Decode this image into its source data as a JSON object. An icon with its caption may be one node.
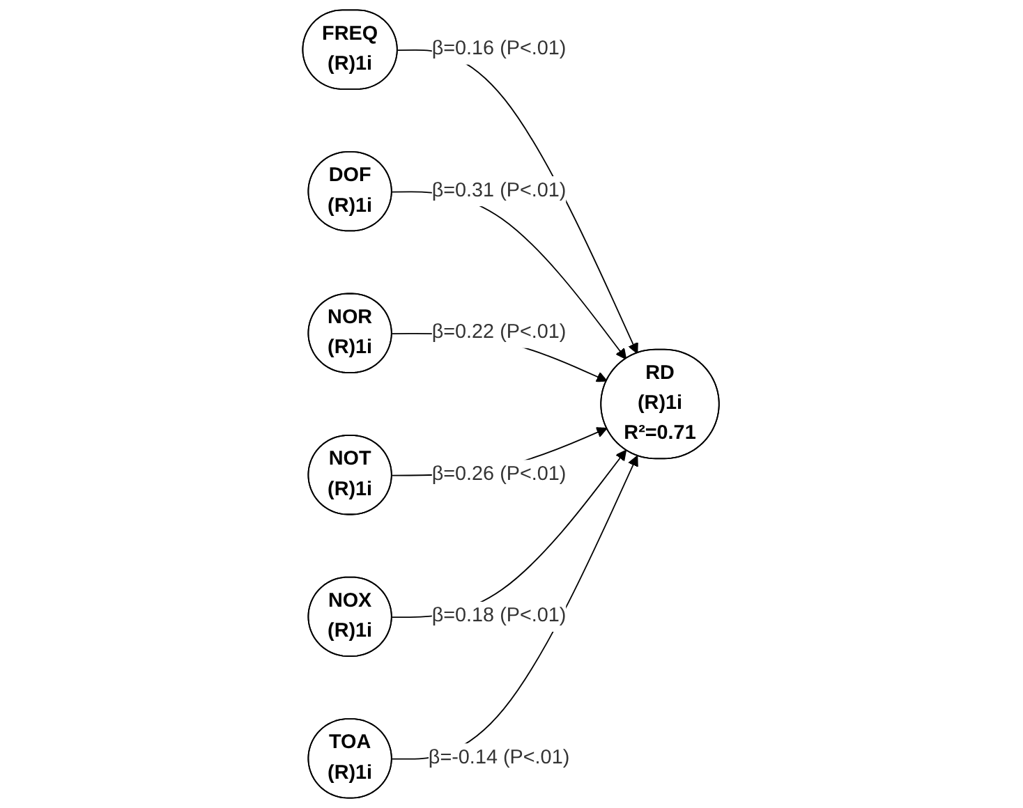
{
  "diagram": {
    "nodes": [
      {
        "text": [
          "FREQ",
          "(R)1i"
        ]
      },
      {
        "text": [
          "DOF",
          "(R)1i"
        ]
      },
      {
        "text": [
          "NOR",
          "(R)1i"
        ]
      },
      {
        "text": [
          "RD",
          "(R)1i",
          "R²=0.71"
        ]
      },
      {
        "text": [
          "NOT",
          "(R)1i"
        ]
      },
      {
        "text": [
          "NOX",
          "(R)1i"
        ]
      },
      {
        "text": [
          "TOA",
          "(R)1i"
        ]
      }
    ],
    "edges": [
      {
        "from": 0,
        "to": 3,
        "arrow": "to",
        "label": "β=0.16 (P<.01)"
      },
      {
        "from": 1,
        "to": 3,
        "arrow": "to",
        "label": "β=0.31 (P<.01)"
      },
      {
        "from": 2,
        "to": 3,
        "arrow": "to",
        "label": "β=0.22 (P<.01)"
      },
      {
        "from": 4,
        "to": 3,
        "arrow": "to",
        "label": "β=0.26 (P<.01)"
      },
      {
        "from": 5,
        "to": 3,
        "arrow": "to",
        "label": "β=0.18 (P<.01)"
      },
      {
        "from": 6,
        "to": 3,
        "arrow": "to",
        "label": "β=-0.14 (P<.01)"
      }
    ]
  }
}
